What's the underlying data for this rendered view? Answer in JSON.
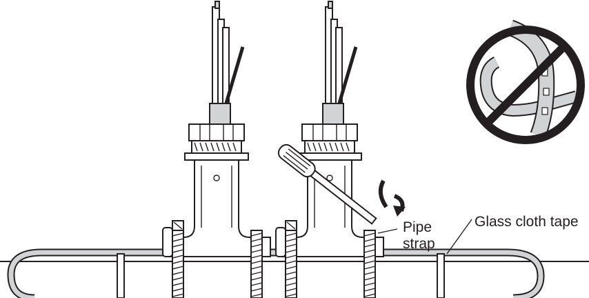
{
  "labels": {
    "pipe_strap_line1": "Pipe",
    "pipe_strap_line2": "strap",
    "glass_cloth_tape": "Glass cloth tape"
  },
  "colors": {
    "line": "#231f20",
    "cable": "#d2d3d5",
    "background": "#ffffff"
  },
  "icons": {
    "prohibition": "no-symbol-icon",
    "tool": "screwdriver-icon",
    "rotation": "rotate-arrow-icon"
  }
}
